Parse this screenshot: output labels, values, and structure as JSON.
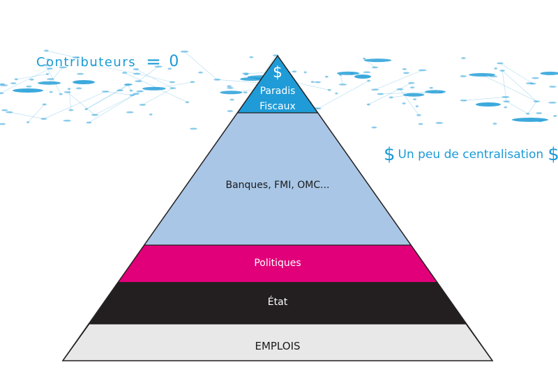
{
  "header": {
    "contributors_label": "Contributeurs",
    "contributors_eq": "=",
    "contributors_value": "0"
  },
  "side_caption": {
    "dollar_left": "$",
    "text": "Un peu de centralisation",
    "dollar_right": "$"
  },
  "pyramid": {
    "levels": [
      {
        "id": "top",
        "symbol": "$",
        "line1": "Paradis",
        "line2": "Fiscaux",
        "fill": "#1f9bd7",
        "text_color": "#ffffff"
      },
      {
        "id": "banks",
        "label": "Banques, FMI, OMC...",
        "fill": "#a9c6e6",
        "text_color": "#1a1a1a"
      },
      {
        "id": "politics",
        "label": "Politiques",
        "fill": "#e2007a",
        "text_color": "#ffffff"
      },
      {
        "id": "state",
        "label": "État",
        "fill": "#231f20",
        "text_color": "#ffffff"
      },
      {
        "id": "jobs",
        "label": "EMPLOIS",
        "fill": "#e8e8e8",
        "text_color": "#1a1a1a"
      }
    ]
  },
  "colors": {
    "network": "#1a9ad6",
    "accent": "#1a9ad6"
  }
}
